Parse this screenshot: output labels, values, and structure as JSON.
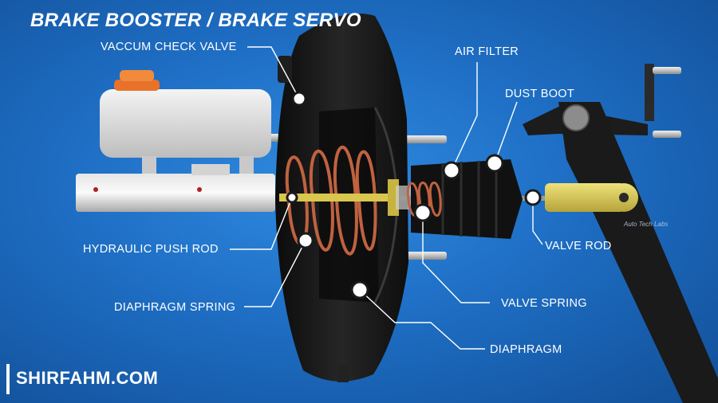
{
  "title": "BRAKE BOOSTER / BRAKE SERVO",
  "labels": {
    "vacuum_check_valve": "VACCUM CHECK VALVE",
    "air_filter": "AIR FILTER",
    "dust_boot": "DUST BOOT",
    "hydraulic_push_rod": "HYDRAULIC PUSH ROD",
    "valve_rod": "VALVE ROD",
    "diaphragm_spring": "DIAPHRAGM SPRING",
    "valve_spring": "VALVE SPRING",
    "diaphragm": "DIAPHRAGM"
  },
  "brand": "SHIRFAHM.COM",
  "watermark": "Auto Tech Labs",
  "colors": {
    "background": "#1e6ec4",
    "booster_shell": "#151515",
    "spring": "#c0623f",
    "reservoir_cap": "#e8722a",
    "push_rod_clevis": "#d8c64e",
    "label_text": "#ffffff"
  }
}
